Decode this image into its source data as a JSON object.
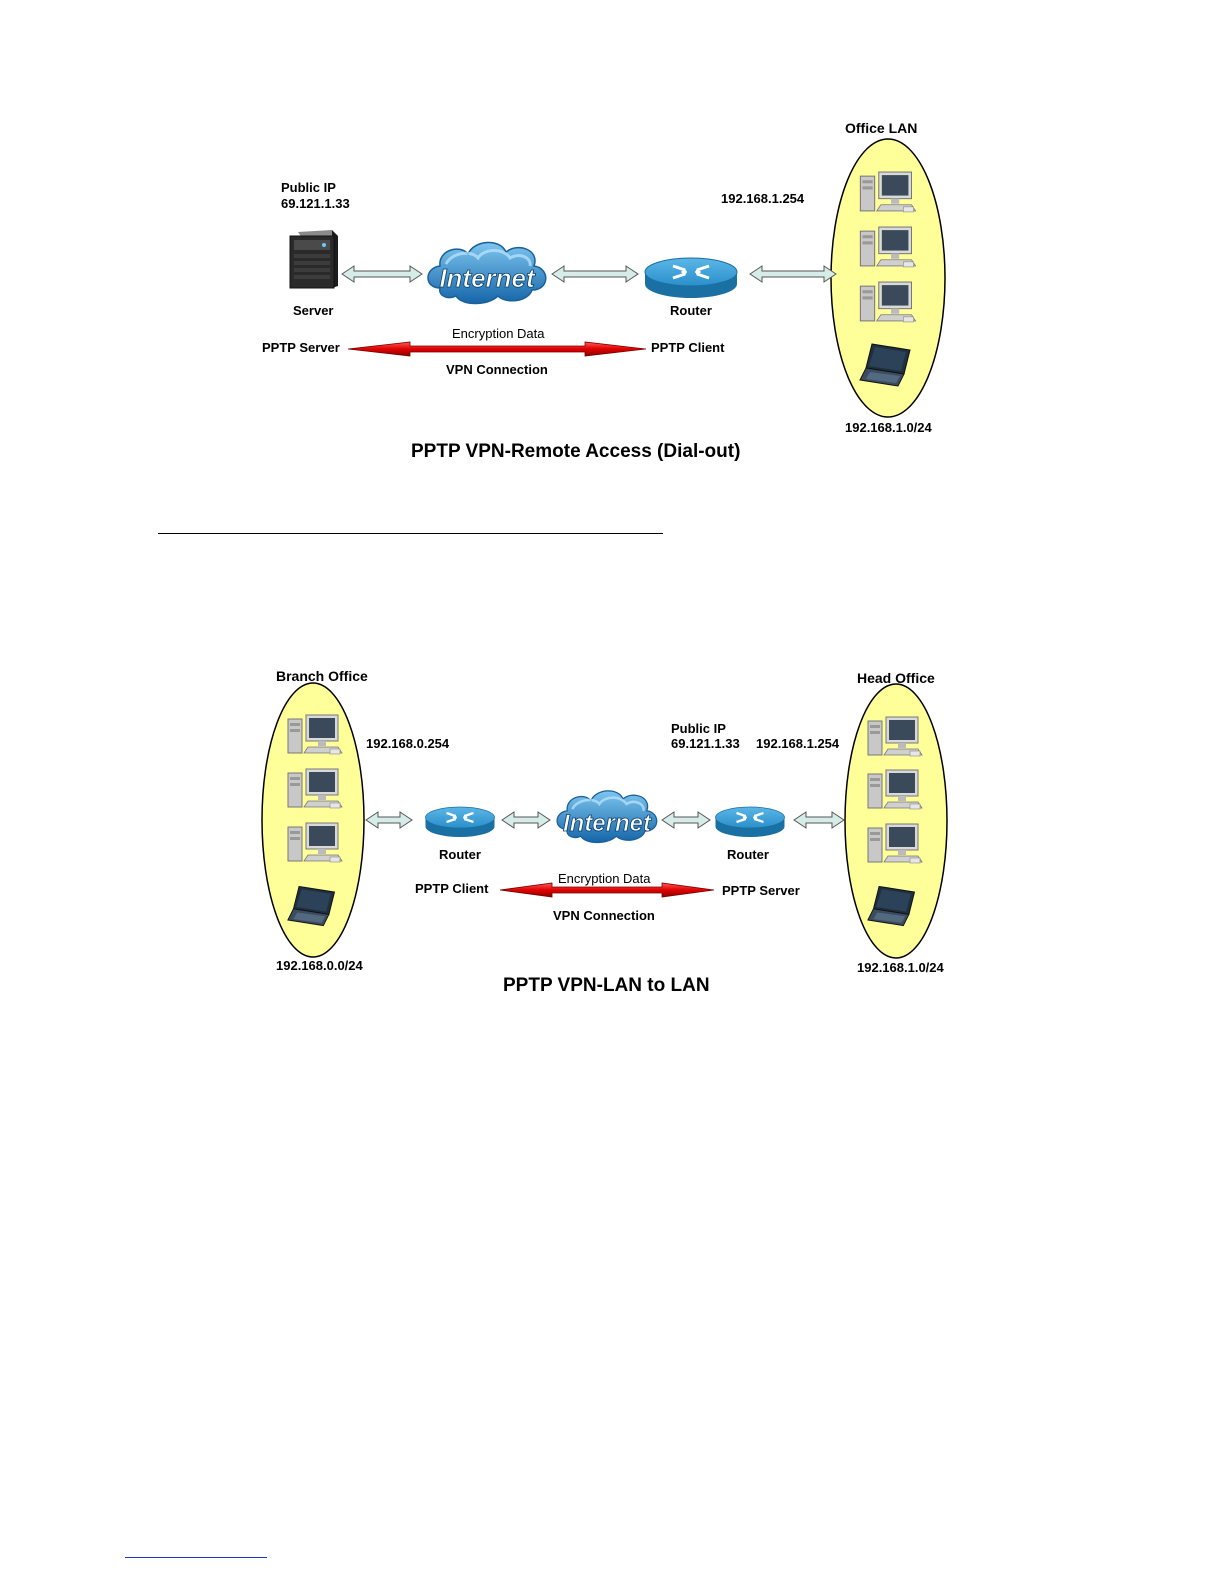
{
  "diagram1": {
    "caption": "PPTP VPN-Remote Access (Dial-out)",
    "office_lan_label": "Office LAN",
    "public_ip_label": "Public IP",
    "public_ip_value": "69.121.1.33",
    "router_ip": "192.168.1.254",
    "server_label": "Server",
    "router_label": "Router",
    "internet_label": "Internet",
    "encryption_label": "Encryption Data",
    "vpn_label": "VPN Connection",
    "left_role": "PPTP Server",
    "right_role": "PPTP Client",
    "lan_subnet": "192.168.1.0/24"
  },
  "diagram2": {
    "caption": "PPTP VPN-LAN to LAN",
    "branch_label": "Branch Office",
    "head_label": "Head Office",
    "branch_router_ip": "192.168.0.254",
    "public_ip_label": "Public IP",
    "public_ip_value": "69.121.1.33",
    "head_router_ip": "192.168.1.254",
    "left_router_label": "Router",
    "right_router_label": "Router",
    "internet_label": "Internet",
    "encryption_label": "Encryption Data",
    "vpn_label": "VPN Connection",
    "left_role": "PPTP Client",
    "right_role": "PPTP Server",
    "branch_subnet": "192.168.0.0/24",
    "head_subnet": "192.168.1.0/24"
  },
  "colors": {
    "lan_fill": "#ffff99",
    "router_blue": "#1e87bf",
    "cloud_blue": "#2a7fc0",
    "vpn_red": "#e01010",
    "link_arrow_fill": "#d6ece6"
  }
}
